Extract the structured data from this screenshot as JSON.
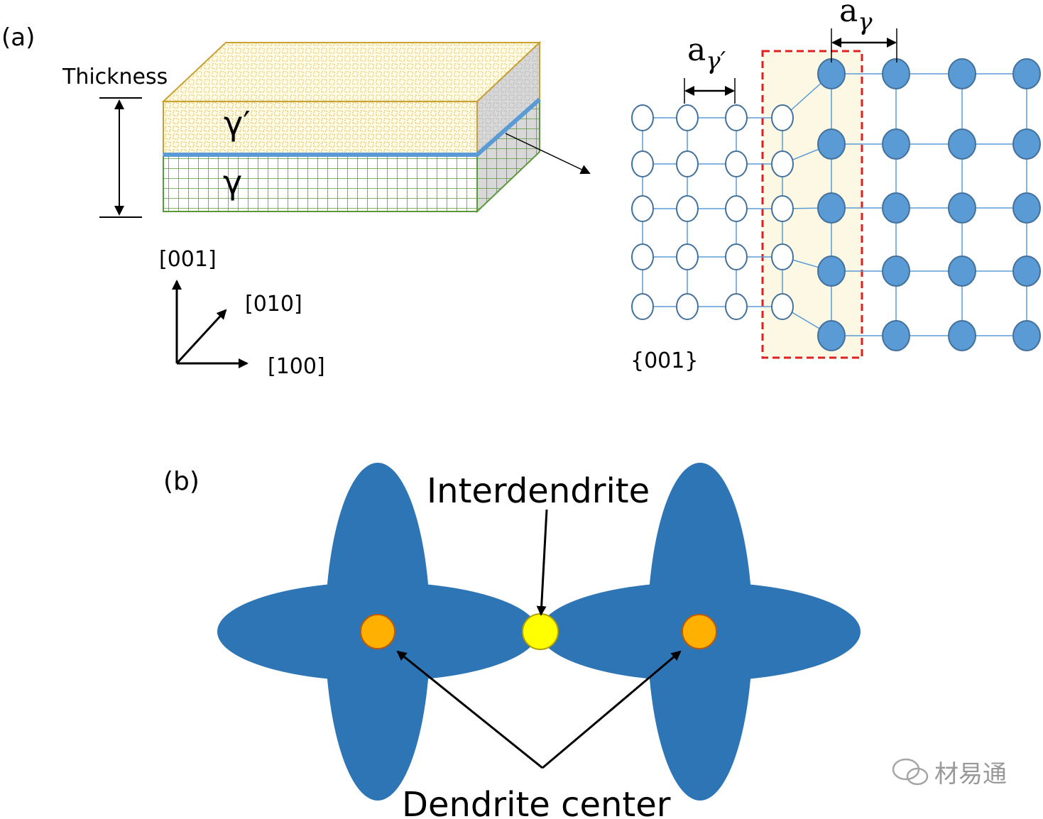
{
  "panel_a": {
    "label": "(a)",
    "thickness_label": "Thickness",
    "gamma_prime_label": "γ′",
    "gamma_label": "γ",
    "axes": {
      "z": "[001]",
      "y": "[010]",
      "x": "[100]"
    },
    "plane_label": "{001}",
    "lattice": {
      "a_gamma_prime": {
        "base": "a",
        "sub": "γ′"
      },
      "a_gamma": {
        "base": "a",
        "sub": "γ"
      },
      "gamma_prime_rows": 5,
      "gamma_prime_cols": 4,
      "gamma_rows": 5,
      "gamma_cols": 4
    }
  },
  "panel_b": {
    "label": "(b)",
    "interdendrite_label": "Interdendrite",
    "dendrite_center_label": "Dendrite center"
  },
  "watermark": {
    "text": "材易通"
  },
  "colors": {
    "gamma_prime_face": "#fffde8",
    "gamma_prime_edge": "#c8a030",
    "gamma_grid": "#5a9a3a",
    "interface": "#5b9bd5",
    "atom_filled": "#5b9bd5",
    "atom_edge": "#41719c",
    "dashed_box": "#e02020",
    "dendrite": "#2e75b6",
    "center_dot": "#ffb000",
    "interdendrite_dot": "#ffff00"
  }
}
